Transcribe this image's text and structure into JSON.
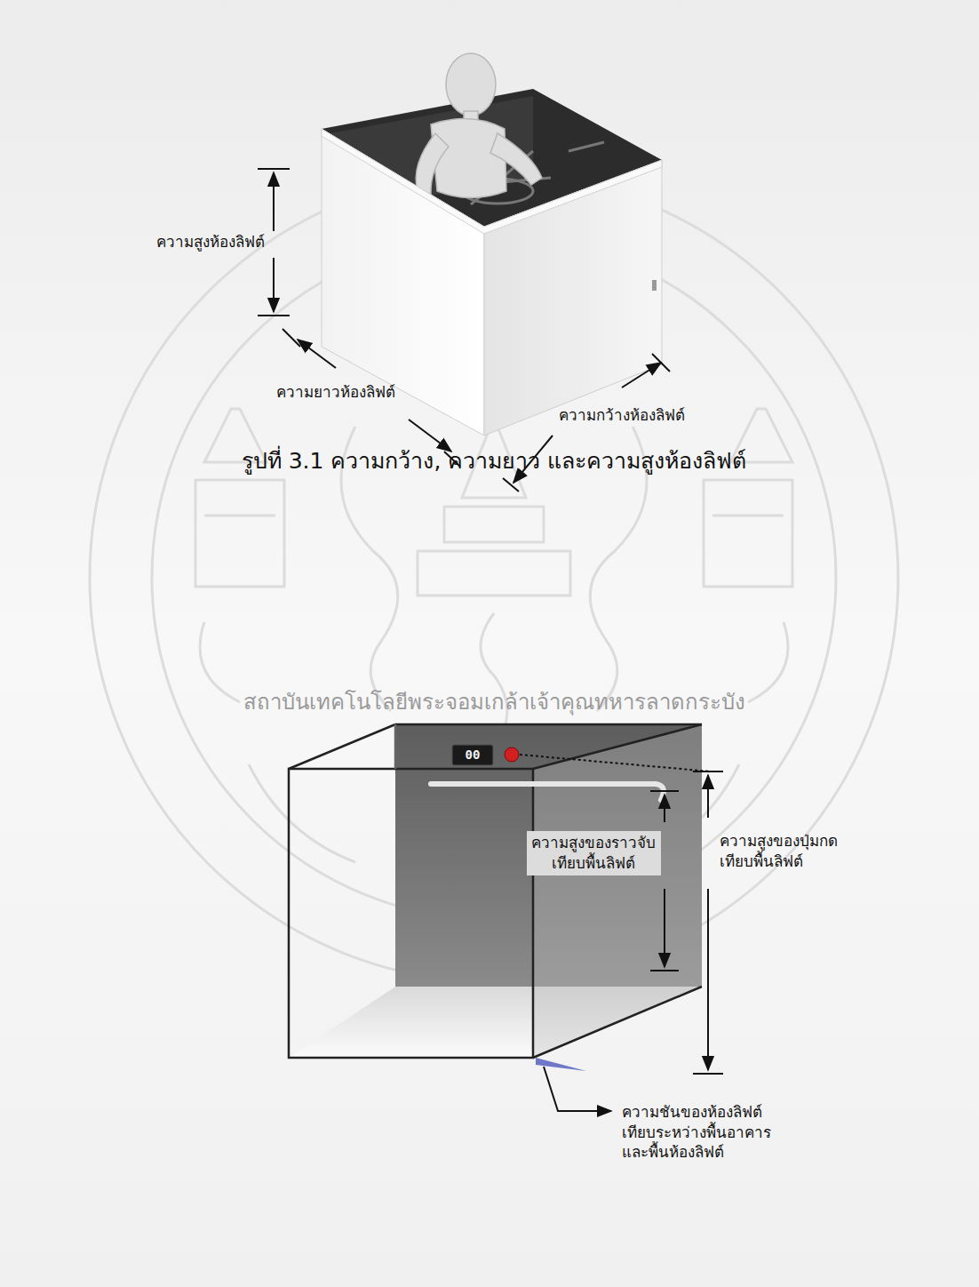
{
  "diagram": {
    "caption": "รูปที่ 3.1 ความกว้าง, ความยาว และความสูงห้องลิฟต์",
    "labels": [
      "ความสูงห้องลิฟต์",
      "ความยาวห้องลิฟต์",
      "ความกว้างห้องลิฟต์",
      "00",
      "ความสูงของราวจับ เทียบพื้นลิฟต์",
      "ความสูงของปุ่มกด เทียบพื้นลิฟต์",
      "ความชันของห้องลิฟต์ เทียบระหว่างพื้นอาคาร และพื้นห้องลิฟต์",
      "สถาบันเทคโนโลยีพระจอมเกล้าเจ้าคุณทหารลาดกระบัง"
    ]
  }
}
